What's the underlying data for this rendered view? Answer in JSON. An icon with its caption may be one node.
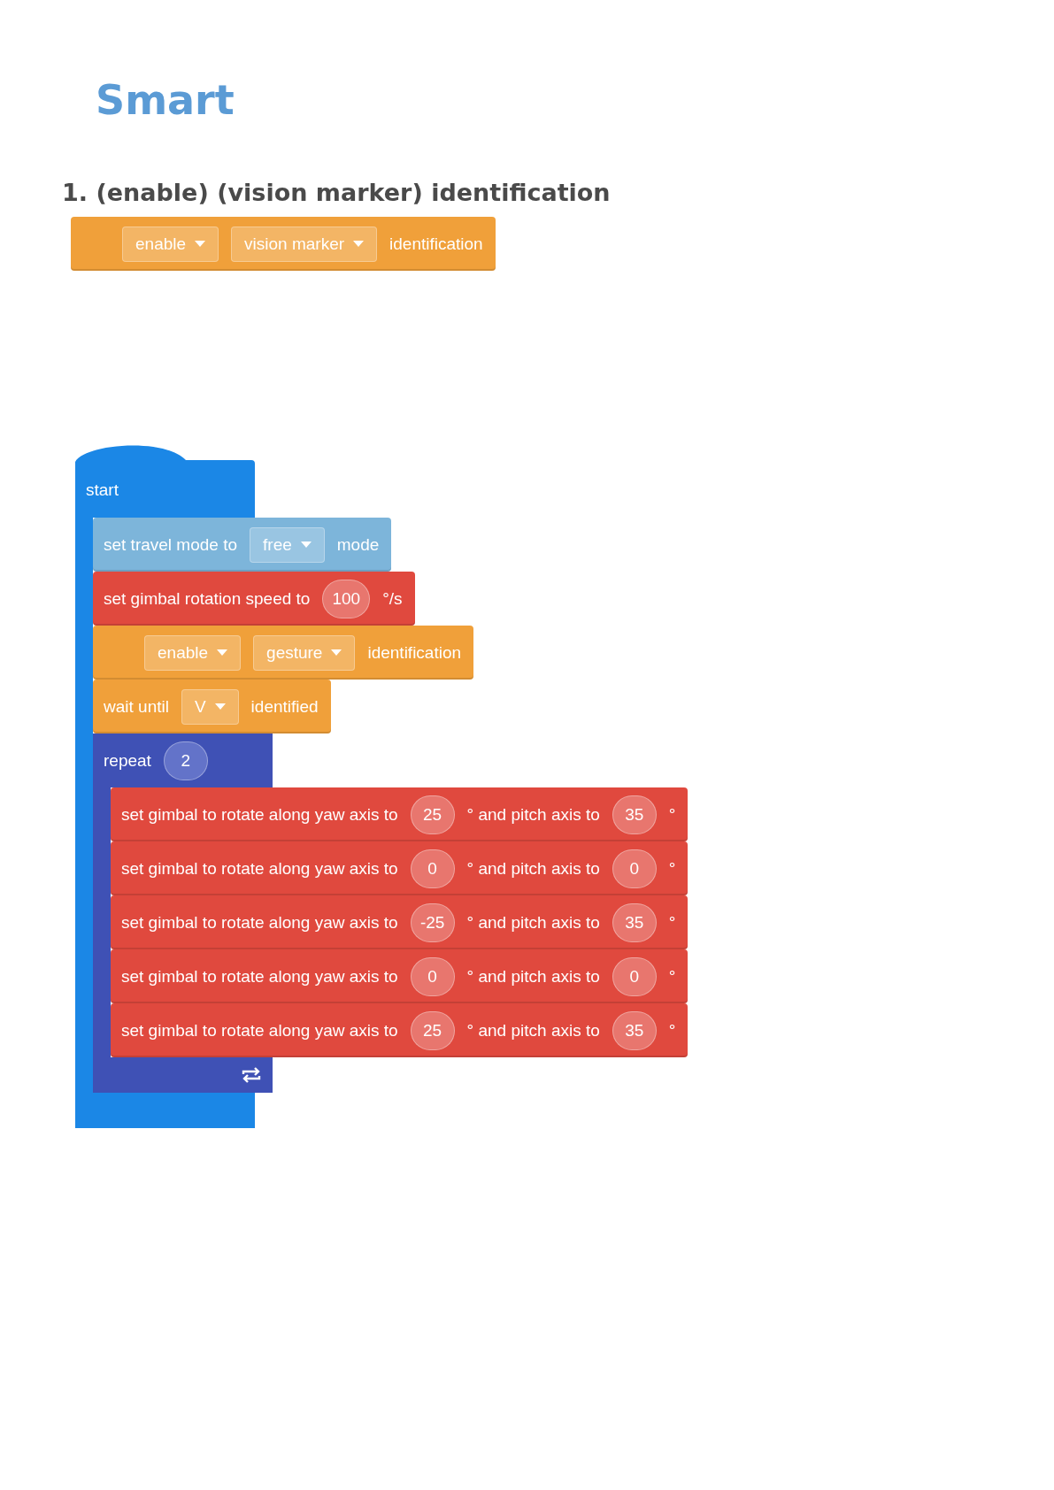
{
  "diagram": {
    "title": "Smart",
    "nodes": [
      {
        "text": [
          "identification"
        ]
      },
      {
        "text": [
          "enable"
        ],
        "in": 0
      },
      {
        "text": [
          "vision marker"
        ],
        "in": 0
      },
      {
        "text": [
          "start"
        ]
      },
      {
        "text": [
          "set travel mode to",
          "mode"
        ]
      },
      {
        "text": [
          "free"
        ],
        "in": 4
      },
      {
        "text": [
          "set gimbal rotation speed to",
          "°/s"
        ]
      },
      {
        "text": [
          "100"
        ],
        "in": 6
      },
      {
        "text": [
          "identification"
        ]
      },
      {
        "text": [
          "enable"
        ],
        "in": 8
      },
      {
        "text": [
          "gesture"
        ],
        "in": 8
      },
      {
        "text": [
          "wait until",
          "identified"
        ]
      },
      {
        "text": [
          "V"
        ],
        "in": 11
      },
      {
        "text": [
          "repeat"
        ]
      },
      {
        "text": [
          "2"
        ],
        "in": 13
      },
      {
        "text": [
          "set gimbal to rotate along yaw axis to",
          "° and pitch axis to",
          "°"
        ]
      },
      {
        "text": [
          "25"
        ],
        "in": 15
      },
      {
        "text": [
          "35"
        ],
        "in": 15
      },
      {
        "text": [
          "set gimbal to rotate along yaw axis to",
          "° and pitch axis to",
          "°"
        ]
      },
      {
        "text": [
          "0"
        ],
        "in": 18
      },
      {
        "text": [
          "0"
        ],
        "in": 18
      },
      {
        "text": [
          "set gimbal to rotate along yaw axis to",
          "° and pitch axis to",
          "°"
        ]
      },
      {
        "text": [
          "-25"
        ],
        "in": 21
      },
      {
        "text": [
          "35"
        ],
        "in": 21
      },
      {
        "text": [
          "set gimbal to rotate along yaw axis to",
          "° and pitch axis to",
          "°"
        ]
      },
      {
        "text": [
          "0"
        ],
        "in": 24
      },
      {
        "text": [
          "0"
        ],
        "in": 24
      },
      {
        "text": [
          "set gimbal to rotate along yaw axis to",
          "° and pitch axis to",
          "°"
        ]
      },
      {
        "text": [
          "25"
        ],
        "in": 27
      },
      {
        "text": [
          "35"
        ],
        "in": 27
      }
    ],
    "labels": [
      "1. (enable) (vision marker) identification"
    ]
  }
}
